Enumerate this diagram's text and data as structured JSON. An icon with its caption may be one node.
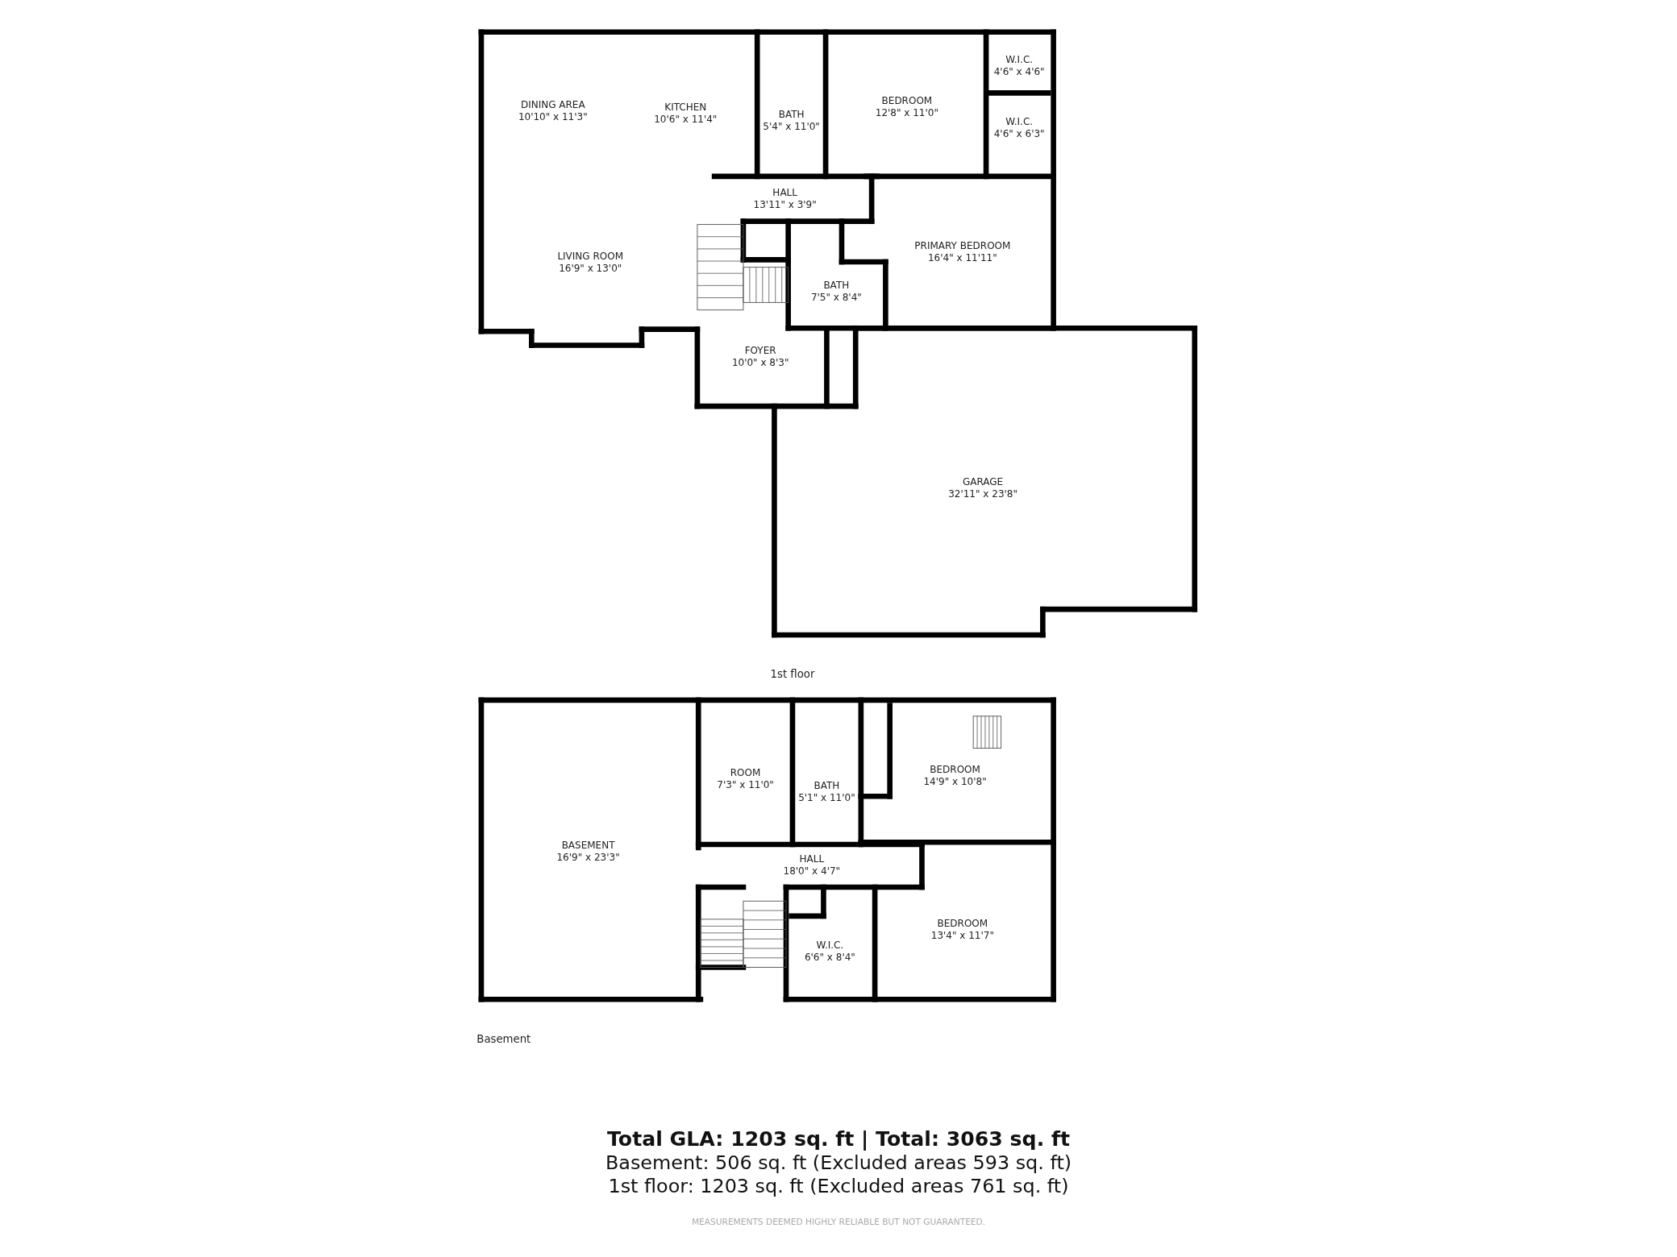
{
  "diagram": {
    "nodes": [
      {
        "text": [
          "DINING AREA",
          "10'10\" x 11'3\""
        ]
      },
      {
        "text": [
          "KITCHEN",
          "10'6\" x 11'4\""
        ]
      },
      {
        "text": [
          "BATH",
          "5'4\" x 11'0\""
        ]
      },
      {
        "text": [
          "BEDROOM",
          "12'8\" x 11'0\""
        ]
      },
      {
        "text": [
          "W.I.C.",
          "4'6\" x 4'6\""
        ]
      },
      {
        "text": [
          "W.I.C.",
          "4'6\" x 6'3\""
        ]
      },
      {
        "text": [
          "HALL",
          "13'11\" x 3'9\""
        ]
      },
      {
        "text": [
          "LIVING ROOM",
          "16'9\" x 13'0\""
        ]
      },
      {
        "text": [
          "PRIMARY BEDROOM",
          "16'4\" x 11'11\""
        ]
      },
      {
        "text": [
          "BATH",
          "7'5\" x 8'4\""
        ]
      },
      {
        "text": [
          "FOYER",
          "10'0\" x 8'3\""
        ]
      },
      {
        "text": [
          "GARAGE",
          "32'11\" x 23'8\""
        ]
      },
      {
        "text": [
          "ROOM",
          "7'3\" x 11'0\""
        ]
      },
      {
        "text": [
          "BATH",
          "5'1\" x 11'0\""
        ]
      },
      {
        "text": [
          "BEDROOM",
          "14'9\" x 10'8\""
        ]
      },
      {
        "text": [
          "BASEMENT",
          "16'9\" x 23'3\""
        ]
      },
      {
        "text": [
          "HALL",
          "18'0\" x 4'7\""
        ]
      },
      {
        "text": [
          "W.I.C.",
          "6'6\" x 8'4\""
        ]
      },
      {
        "text": [
          "BEDROOM",
          "13'4\" x 11'7\""
        ]
      }
    ],
    "edges": [],
    "labels": [
      "1st floor",
      "Basement",
      "Total GLA: 1203 sq. ft | Total: 3063 sq. ft",
      "Basement: 506 sq. ft (Excluded areas 593 sq. ft)",
      "1st floor: 1203 sq. ft (Excluded areas 761 sq. ft)",
      "MEASUREMENTS DEEMED HIGHLY RELIABLE BUT NOT GUARANTEED."
    ]
  }
}
